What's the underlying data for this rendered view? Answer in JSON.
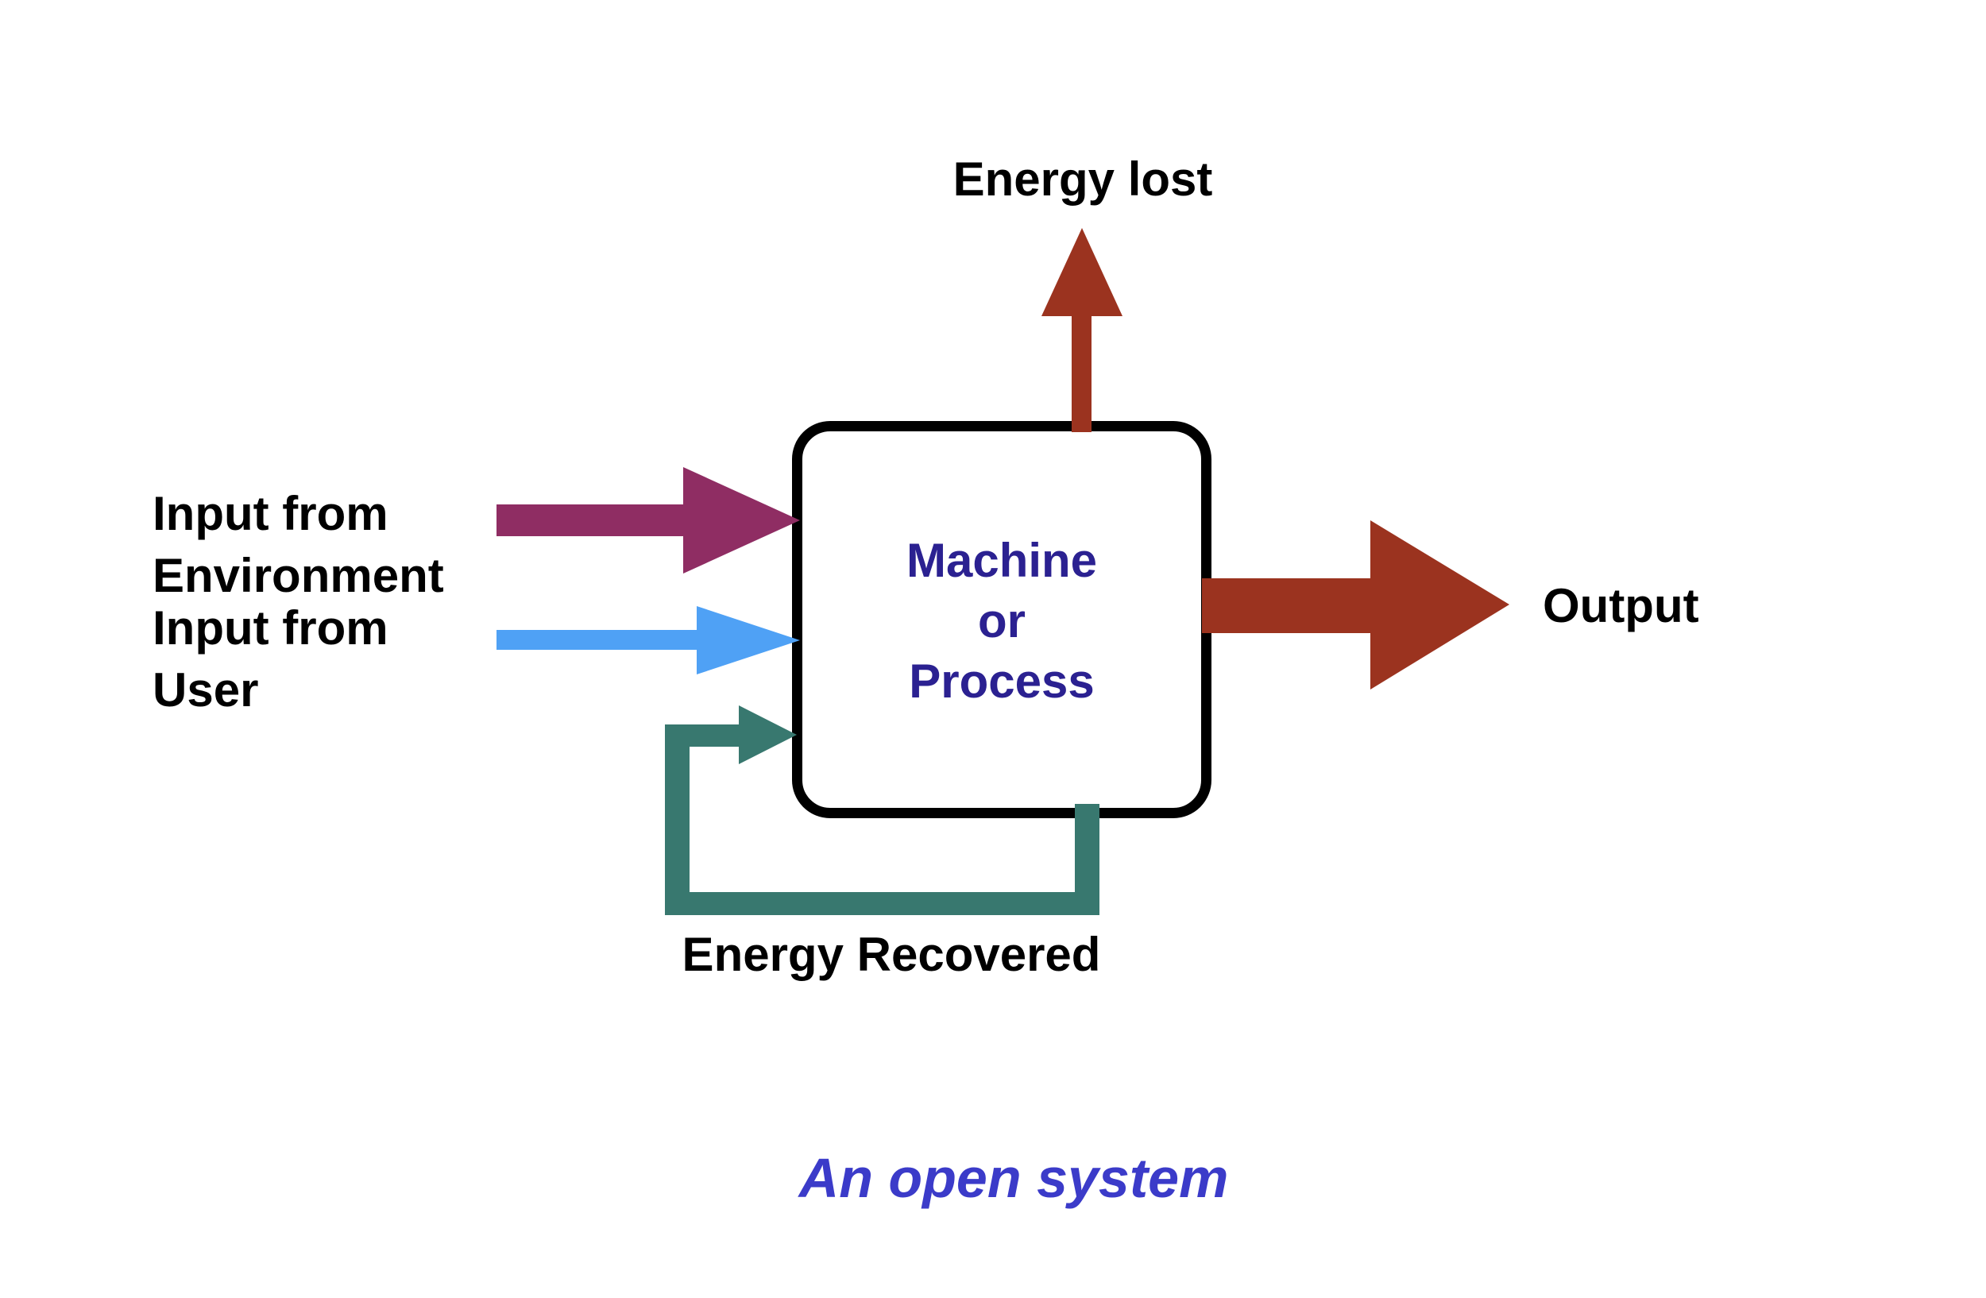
{
  "diagram": {
    "caption": "An open system",
    "box": {
      "line1": "Machine",
      "line2": "or",
      "line3": "Process"
    },
    "labels": {
      "energy_lost": "Energy lost",
      "input_environment_line1": "Input from",
      "input_environment_line2": "Environment",
      "input_user_line1": "Input from",
      "input_user_line2": "User",
      "energy_recovered": "Energy Recovered",
      "output": "Output"
    },
    "arrows": [
      {
        "name": "input-environment-arrow",
        "direction": "right-into-box",
        "color_key": "purple"
      },
      {
        "name": "input-user-arrow",
        "direction": "right-into-box",
        "color_key": "blue"
      },
      {
        "name": "energy-lost-arrow",
        "direction": "up-out-of-box",
        "color_key": "red"
      },
      {
        "name": "output-arrow",
        "direction": "right-out-of-box",
        "color_key": "red"
      },
      {
        "name": "energy-recovered-loop",
        "direction": "feedback-bottom-loop-into-box",
        "color_key": "teal"
      }
    ],
    "colors": {
      "purple": "#8F2D63",
      "blue": "#4FA1F5",
      "teal": "#38786F",
      "red": "#9B331F",
      "navy": "#2B2191",
      "caption-blue": "#3B3BC9",
      "box-border": "#000000",
      "label-text": "#000000",
      "background": "#FFFFFF"
    }
  }
}
